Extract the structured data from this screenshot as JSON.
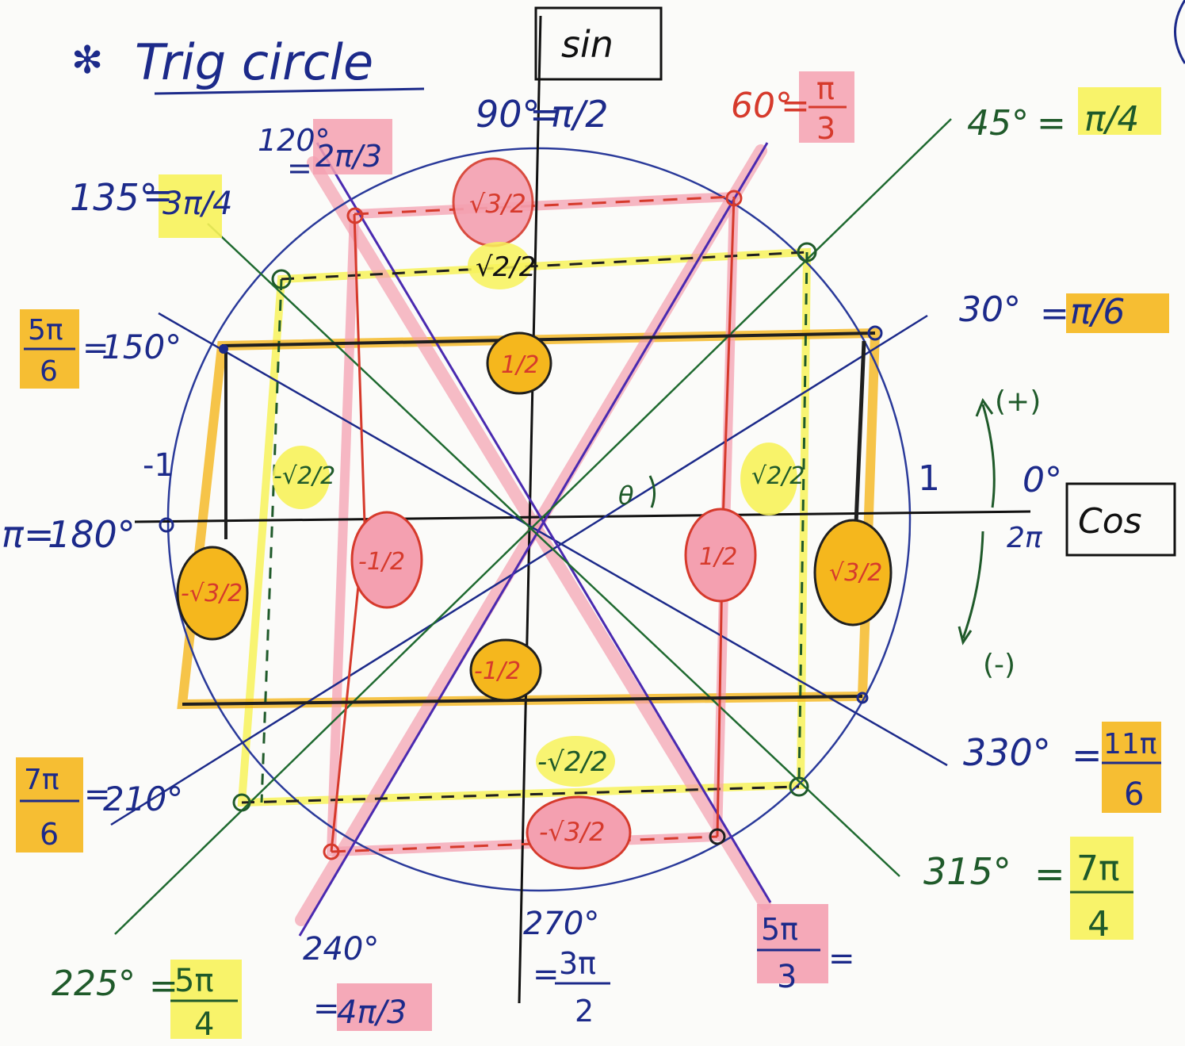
{
  "title": "Trig circle",
  "star": "✻",
  "axes": {
    "sin": "sin",
    "cos": "Cos",
    "pos_one": "1",
    "neg_one": "-1",
    "theta": "θ",
    "pos_dir": "(+)",
    "neg_dir": "(-)",
    "zero_deg": "0°",
    "two_pi": "2π"
  },
  "angles": [
    {
      "key": "a90",
      "deg": "90°",
      "eq": "=",
      "rad": "π/2"
    },
    {
      "key": "a60",
      "deg": "60°",
      "eq": "=",
      "rad_num": "π",
      "rad_den": "3"
    },
    {
      "key": "a45",
      "deg": "45°",
      "eq": "=",
      "rad": "π/4"
    },
    {
      "key": "a120",
      "deg": "120°",
      "eq": "=",
      "rad": "2π/3"
    },
    {
      "key": "a135",
      "deg": "135°",
      "eq": "=",
      "rad": "3π/4"
    },
    {
      "key": "a30",
      "deg": "30°",
      "eq": "=",
      "rad": "π/6"
    },
    {
      "key": "a150",
      "deg": "150°",
      "eq": "=",
      "rad_num": "5π",
      "rad_den": "6"
    },
    {
      "key": "a180",
      "deg": "180°",
      "eq": "=",
      "rad": "π"
    },
    {
      "key": "a210",
      "deg": "210°",
      "eq": "=",
      "rad_num": "7π",
      "rad_den": "6"
    },
    {
      "key": "a330",
      "deg": "330°",
      "eq": "=",
      "rad_num": "11π",
      "rad_den": "6"
    },
    {
      "key": "a315",
      "deg": "315°",
      "eq": "=",
      "rad_num": "7π",
      "rad_den": "4"
    },
    {
      "key": "a225",
      "deg": "225°",
      "eq": "=",
      "rad_num": "5π",
      "rad_den": "4"
    },
    {
      "key": "a240",
      "deg": "240°",
      "eq": "=",
      "rad": "4π/3"
    },
    {
      "key": "a270",
      "deg": "270°",
      "eq": "=",
      "rad_num": "3π",
      "rad_den": "2"
    },
    {
      "key": "a300",
      "eq": "=",
      "rad_num": "5π",
      "rad_den": "3"
    }
  ],
  "values": {
    "sqrt3_2": "√3/2",
    "sqrt2_2": "√2/2",
    "half": "1/2",
    "sqrt2_2_right": "√2/2",
    "neg_sqrt2_2": "-√2/2",
    "neg_half_y": "-1/2",
    "neg_half_x": "-1/2",
    "half_x": "1/2",
    "sqrt3_2_x": "√3/2",
    "neg_sqrt3_2_x": "-√3/2",
    "neg_sqrt2_2_y": "-√2/2",
    "neg_sqrt3_2_y": "-√3/2"
  },
  "colors": {
    "ink_blue": "#1c2a8a",
    "ink_red": "#d63a2c",
    "ink_green": "#1f5a2a",
    "highlight_yellow": "#f7f25a",
    "highlight_orange": "#f7b21a",
    "highlight_pink": "#f4a0b0"
  }
}
